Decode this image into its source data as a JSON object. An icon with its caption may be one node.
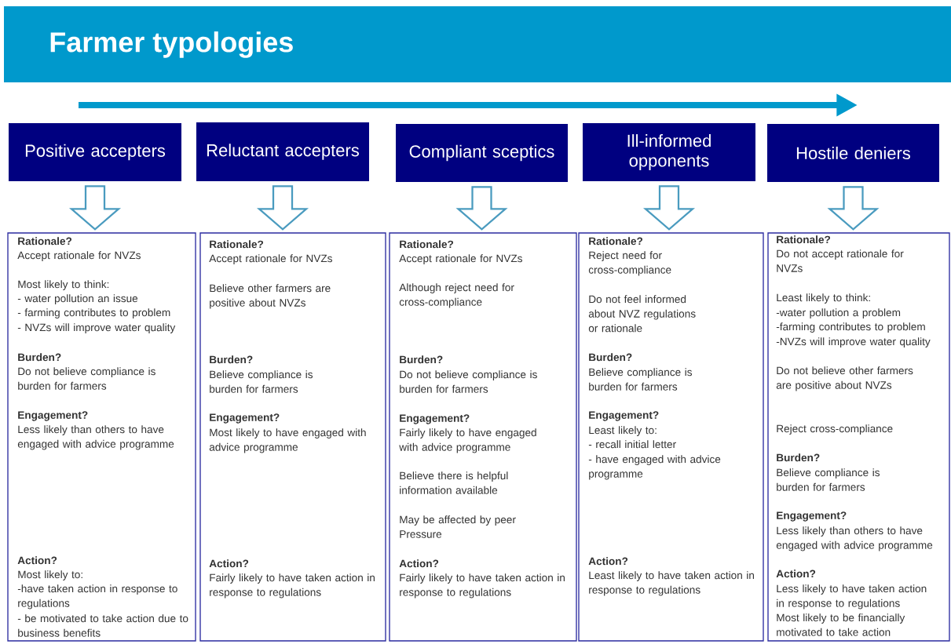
{
  "diagram": {
    "title": "Farmer typologies",
    "nodes": [
      {
        "text": [
          "Positive accepters"
        ]
      },
      {
        "text": [
          "Reluctant accepters"
        ]
      },
      {
        "text": [
          "Compliant sceptics"
        ]
      },
      {
        "text": [
          "Ill-informed opponents"
        ]
      },
      {
        "text": [
          "Hostile deniers"
        ]
      },
      {
        "text": [
          "Rationale?",
          "Accept rationale for NVZs",
          "Most likely to think:",
          "- water pollution an issue",
          "- farming contributes to problem",
          "- NVZs will improve water quality",
          "Burden?",
          "Do not believe compliance is burden for farmers",
          "Engagement?",
          "Less likely than others to have engaged with advice programme",
          "Action?",
          "Most likely to:",
          "-have taken action in response to regulations",
          "- be motivated to take action due to business benefits"
        ]
      },
      {
        "text": [
          "Rationale?",
          "Accept rationale for NVZs",
          "Believe other farmers are positive about NVZs",
          "Burden?",
          "Believe compliance is burden for farmers",
          "Engagement?",
          "Most likely to have engaged with advice programme",
          "Action?",
          "Fairly likely to have taken action in response to regulations"
        ]
      },
      {
        "text": [
          "Rationale?",
          "Accept rationale for NVZs",
          "Although reject need for cross-compliance",
          "Burden?",
          "Do not believe compliance is burden for farmers",
          "Engagement?",
          "Fairly likely to have engaged with advice programme",
          "Believe there is helpful information available",
          "May be affected by peer Pressure",
          "Action?",
          "Fairly likely to have taken action in response to regulations"
        ]
      },
      {
        "text": [
          "Rationale?",
          "Reject need for cross-compliance",
          "Do not feel informed about NVZ regulations or rationale",
          "Burden?",
          "Believe compliance is burden for farmers",
          "Engagement?",
          "Least likely to:",
          "- recall initial letter",
          "- have engaged with advice programme",
          "Action?",
          "Least likely to have taken action in response to regulations"
        ]
      },
      {
        "text": [
          "Rationale?",
          "Do not accept rationale for NVZs",
          "Least likely to think:",
          "-water pollution a problem",
          "-farming contributes to problem",
          "-NVZs will improve water quality",
          "Do not believe other farmers are positive about NVZs",
          "Reject cross-compliance",
          "Burden?",
          "Believe compliance is burden for farmers",
          "Engagement?",
          "Less likely than others to have engaged with advice programme",
          "Action?",
          "Less likely to have taken action in response to regulations",
          "Most likely to be financially motivated to take action"
        ]
      }
    ],
    "edges": [
      {
        "from": 0,
        "to": 5,
        "arrow": "to"
      },
      {
        "from": 1,
        "to": 6,
        "arrow": "to"
      },
      {
        "from": 2,
        "to": 7,
        "arrow": "to"
      },
      {
        "from": 3,
        "to": 8,
        "arrow": "to"
      },
      {
        "from": 4,
        "to": 9,
        "arrow": "to"
      }
    ]
  }
}
